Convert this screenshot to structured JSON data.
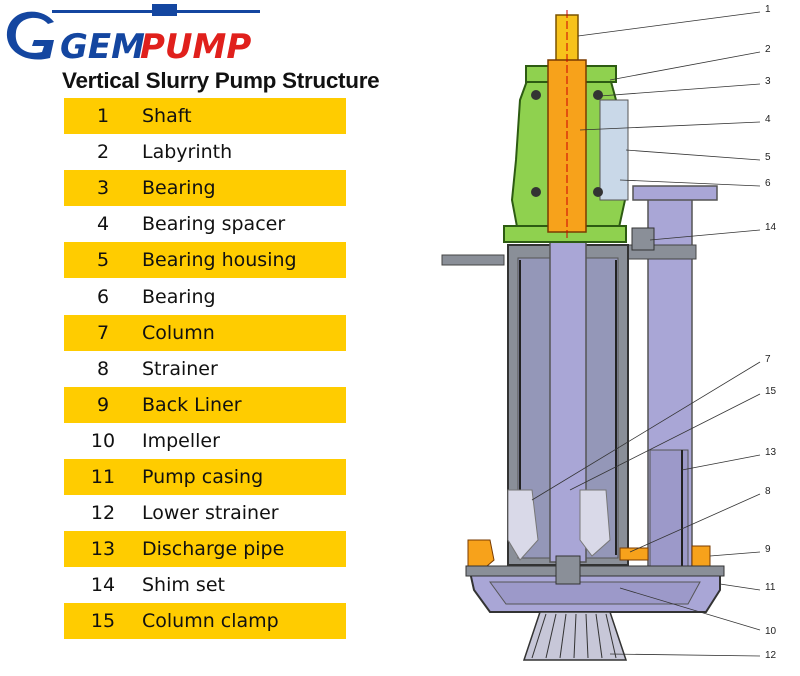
{
  "logo": {
    "text_left": "GEM",
    "text_right": "PUMP"
  },
  "title": "Vertical Slurry Pump Structure",
  "parts": [
    {
      "num": "1",
      "name": "Shaft"
    },
    {
      "num": "2",
      "name": "Labyrinth"
    },
    {
      "num": "3",
      "name": "Bearing"
    },
    {
      "num": "4",
      "name": "Bearing spacer"
    },
    {
      "num": "5",
      "name": "Bearing housing"
    },
    {
      "num": "6",
      "name": "Bearing"
    },
    {
      "num": "7",
      "name": "Column"
    },
    {
      "num": "8",
      "name": "Strainer"
    },
    {
      "num": "9",
      "name": "Back Liner"
    },
    {
      "num": "10",
      "name": "Impeller"
    },
    {
      "num": "11",
      "name": "Pump casing"
    },
    {
      "num": "12",
      "name": "Lower strainer"
    },
    {
      "num": "13",
      "name": "Discharge pipe"
    },
    {
      "num": "14",
      "name": "Shim set"
    },
    {
      "num": "15",
      "name": "Column clamp"
    }
  ],
  "callouts": [
    "1",
    "2",
    "3",
    "4",
    "5",
    "6",
    "14",
    "7",
    "15",
    "13",
    "8",
    "9",
    "11",
    "10",
    "12"
  ],
  "colors": {
    "logo_blue": "#1446a0",
    "logo_red": "#e0201c",
    "row_highlight": "#ffcc00",
    "housing_green": "#8fd14f",
    "shaft_orange": "#f7a21b",
    "column_purple": "#a9a6d6",
    "shell_gray": "#8a8f98"
  }
}
